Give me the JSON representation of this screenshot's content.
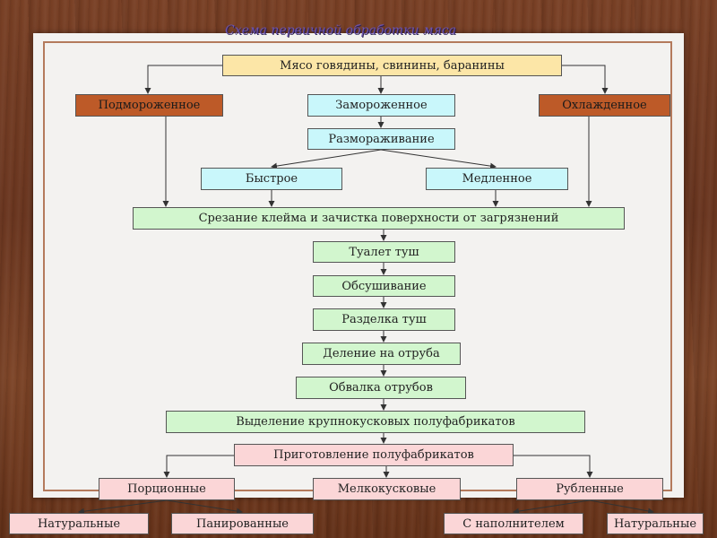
{
  "title": "Схема первичной обработки мяса",
  "boxes": {
    "meat": "Мясо говядины, свинины, баранины",
    "chilled_sub": "Подмороженное",
    "frozen": "Замороженное",
    "chilled": "Охлажденное",
    "defrost": "Размораживание",
    "fast": "Быстрое",
    "slow": "Медленное",
    "stamp": "Срезание клейма и зачистка поверхности от загрязнений",
    "toilet": "Туалет туш",
    "drying": "Обсушивание",
    "cutting": "Разделка туш",
    "division": "Деление на отруба",
    "deboning": "Обвалка отрубов",
    "large_pieces": "Выделение крупнокусковых полуфабрикатов",
    "prep": "Приготовление полуфабрикатов",
    "portion": "Порционные",
    "small_pieces": "Мелкокусковые",
    "chopped": "Рубленные",
    "natural_1": "Натуральные",
    "breaded": "Панированные",
    "with_filler": "С наполнителем",
    "natural_2": "Натуральные"
  },
  "colors": {
    "yellow": "#fce6a7",
    "brown": "#bd5a28",
    "cyan": "#c9f7fb",
    "green": "#d2f6ce",
    "pink": "#fbd6d7",
    "frame": "#b47a5c",
    "title": "#6b53b0"
  }
}
